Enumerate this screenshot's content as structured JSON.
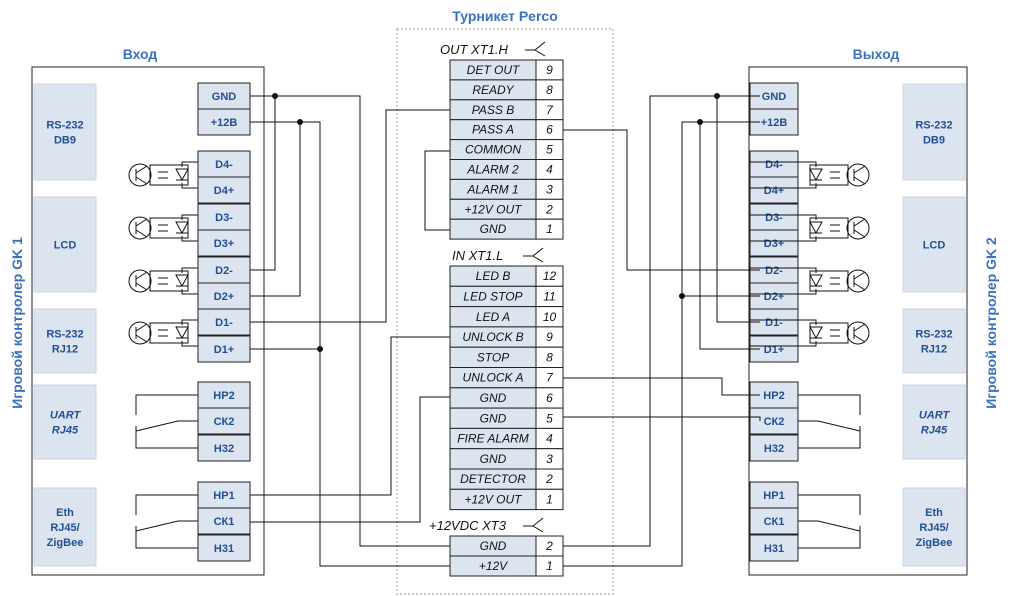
{
  "title": "Турникет Perco",
  "left": {
    "heading": "Вход",
    "side_label": "Игровой контролер GK 1",
    "modules": [
      "RS-232|DB9",
      "LCD",
      "RS-232|RJ12",
      "UART|RJ45",
      "Eth|RJ45/|ZigBee"
    ],
    "terminals": [
      "GND",
      "+12В",
      "D4-",
      "D4+",
      "D3-",
      "D3+",
      "D2-",
      "D2+",
      "D1-",
      "D1+",
      "НР2",
      "СК2",
      "Н32",
      "НР1",
      "СК1",
      "Н31"
    ]
  },
  "right": {
    "heading": "Выход",
    "side_label": "Игровой контролер GK 2",
    "modules": [
      "RS-232|DB9",
      "LCD",
      "RS-232|RJ12",
      "UART|RJ45",
      "Eth|RJ45/|ZigBee"
    ],
    "terminals": [
      "GND",
      "+12В",
      "D4-",
      "D4+",
      "D3-",
      "D3+",
      "D2-",
      "D2+",
      "D1-",
      "D1+",
      "НР2",
      "СК2",
      "Н32",
      "НР1",
      "СК1",
      "Н31"
    ]
  },
  "xt1h": {
    "header": "OUT  XT1.H",
    "pins": [
      {
        "label": "DET OUT",
        "num": "9"
      },
      {
        "label": "READY",
        "num": "8"
      },
      {
        "label": "PASS B",
        "num": "7"
      },
      {
        "label": "PASS A",
        "num": "6"
      },
      {
        "label": "COMMON",
        "num": "5"
      },
      {
        "label": "ALARM 2",
        "num": "4"
      },
      {
        "label": "ALARM 1",
        "num": "3"
      },
      {
        "label": "+12V OUT",
        "num": "2"
      },
      {
        "label": "GND",
        "num": "1"
      }
    ]
  },
  "xt1l": {
    "header": "IN  XT1.L",
    "pins": [
      {
        "label": "LED B",
        "num": "12"
      },
      {
        "label": "LED STOP",
        "num": "11"
      },
      {
        "label": "LED A",
        "num": "10"
      },
      {
        "label": "UNLOCK B",
        "num": "9"
      },
      {
        "label": "STOP",
        "num": "8"
      },
      {
        "label": "UNLOCK A",
        "num": "7"
      },
      {
        "label": "GND",
        "num": "6"
      },
      {
        "label": "GND",
        "num": "5"
      },
      {
        "label": "FIRE ALARM",
        "num": "4"
      },
      {
        "label": "GND",
        "num": "3"
      },
      {
        "label": "DETECTOR",
        "num": "2"
      },
      {
        "label": "+12V OUT",
        "num": "1"
      }
    ]
  },
  "xt3": {
    "header": "+12VDC  XT3",
    "pins": [
      {
        "label": "GND",
        "num": "2"
      },
      {
        "label": "+12V",
        "num": "1"
      }
    ]
  }
}
